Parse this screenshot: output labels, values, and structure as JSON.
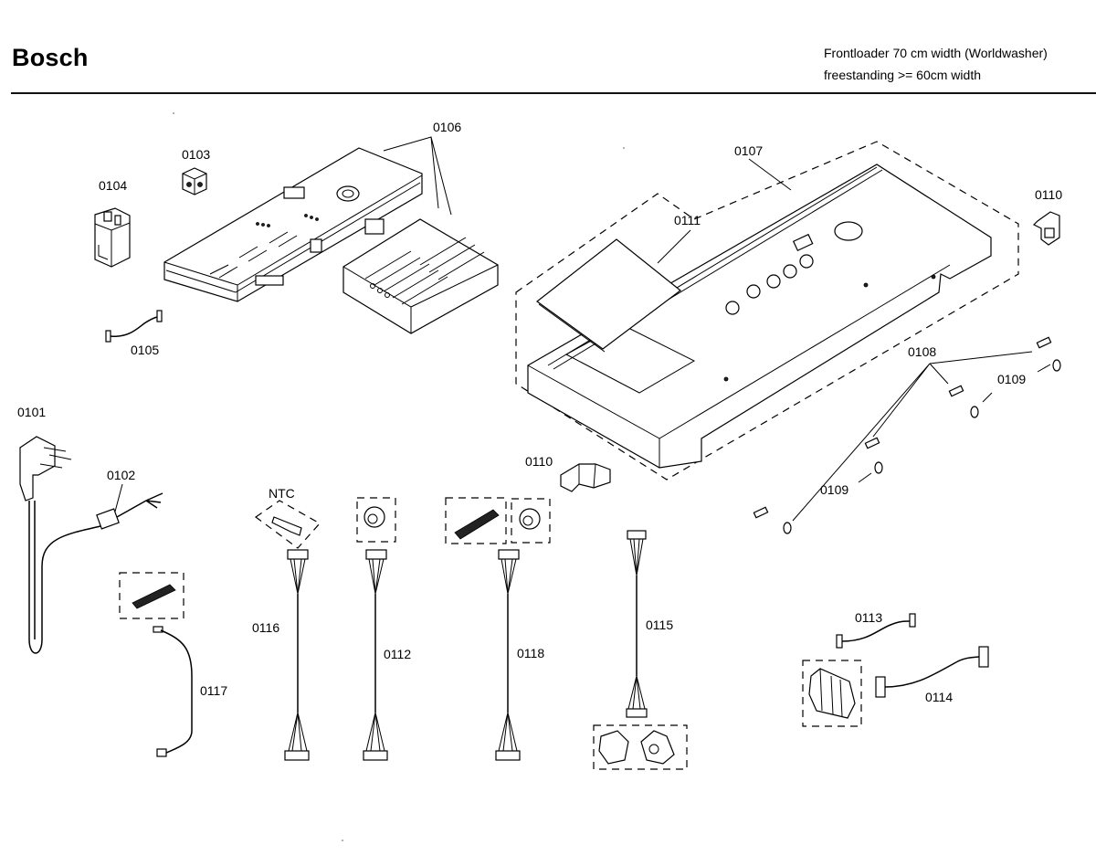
{
  "header": {
    "brand": "Bosch",
    "subtitle_line1": "Frontloader 70 cm width (Worldwasher)",
    "subtitle_line2": "freestanding >= 60cm width"
  },
  "parts": {
    "p0101": "0101",
    "p0102": "0102",
    "p0103": "0103",
    "p0104": "0104",
    "p0105": "0105",
    "p0106": "0106",
    "p0107": "0107",
    "p0108": "0108",
    "p0109a": "0109",
    "p0109b": "0109",
    "p0110a": "0110",
    "p0110b": "0110",
    "p0111": "0111",
    "p0112": "0112",
    "p0113": "0113",
    "p0114": "0114",
    "p0115": "0115",
    "p0116": "0116",
    "p0117": "0117",
    "p0118": "0118",
    "ntc": "NTC"
  }
}
